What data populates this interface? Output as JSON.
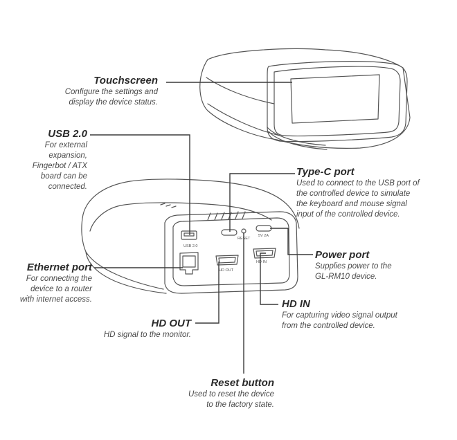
{
  "callouts": {
    "touchscreen": {
      "title": "Touchscreen",
      "desc": "Configure the settings and\ndisplay the device status."
    },
    "usb": {
      "title": "USB 2.0",
      "desc": "For external\nexpansion,\nFingerbot / ATX\nboard can be\nconnected."
    },
    "typec": {
      "title": "Type-C port",
      "desc": "Used to connect to the USB port of\nthe controlled device to simulate\nthe keyboard and mouse signal\ninput of the controlled device."
    },
    "power": {
      "title": "Power port",
      "desc": "Supplies power to the\nGL-RM10 device."
    },
    "ethernet": {
      "title": "Ethernet port",
      "desc": "For connecting the\ndevice to a router\nwith internet access."
    },
    "hdin": {
      "title": "HD IN",
      "desc": "For capturing video signal output\nfrom the controlled device."
    },
    "hdout": {
      "title": "HD OUT",
      "desc": "HD signal to the monitor."
    },
    "reset": {
      "title": "Reset button",
      "desc": "Used to reset the device\nto the factory state."
    }
  },
  "port_labels": {
    "usb": "USB 2.0",
    "hdmi_out": "HD OUT",
    "hdmi_in": "HD IN",
    "reset": "RESET",
    "power": "5V 2A"
  },
  "colors": {
    "line": "#3a3a3a",
    "text": "#3a3a3a",
    "title": "#2b2b2b"
  }
}
